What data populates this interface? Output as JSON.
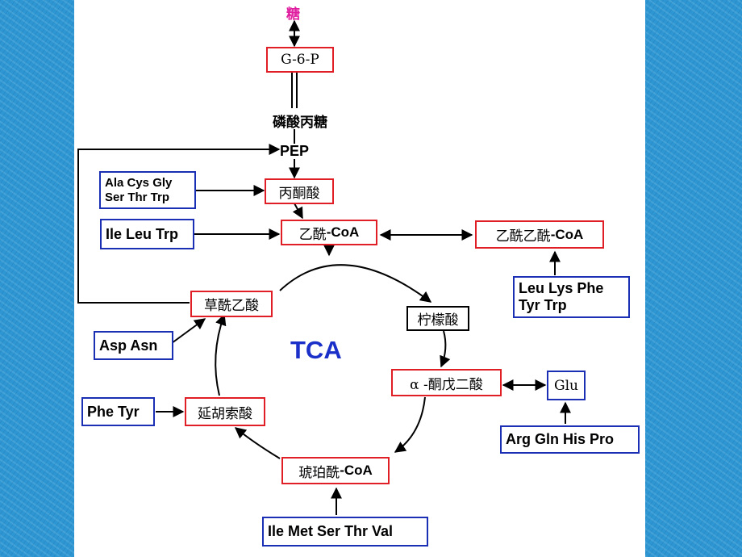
{
  "background": {
    "frame_color": "#2e97d3",
    "canvas_color": "#ffffff"
  },
  "colors": {
    "metabolite_border": "#e01e26",
    "amino_acid_border": "#1b2fb4",
    "tca_label": "#1b30c8",
    "sugar_label": "#e01ea0"
  },
  "labels": {
    "sugar": "糖",
    "triose_phosphate": "磷酸丙糖",
    "pep": "PEP",
    "tca": "TCA"
  },
  "metabolites": {
    "g6p": "G-6-P",
    "pyruvate": "丙酮酸",
    "acetyl_coa": {
      "cn": "乙酰",
      "en": "-CoA"
    },
    "acetoacetyl_coa": {
      "cn": "乙酰乙酰",
      "en": "-CoA"
    },
    "oxaloacetate": "草酰乙酸",
    "citrate": "柠檬酸",
    "alpha_ketoglutarate": "α -酮戊二酸",
    "glu": "Glu",
    "fumarate": "延胡索酸",
    "succinyl_coa": {
      "cn": "琥珀酰",
      "en": "-CoA"
    }
  },
  "amino_acids": {
    "to_pyruvate": {
      "line1": "Ala Cys Gly",
      "line2": "Ser Thr Trp"
    },
    "to_acetyl_coa": "Ile Leu Trp",
    "to_acetoacetyl_coa": {
      "line1": "Leu  Lys Phe",
      "line2": "Tyr Trp"
    },
    "to_oxaloacetate": "Asp Asn",
    "to_fumarate": "Phe Tyr",
    "to_glu": "Arg Gln His Pro",
    "to_succinyl_coa": "Ile Met Ser Thr Val"
  }
}
